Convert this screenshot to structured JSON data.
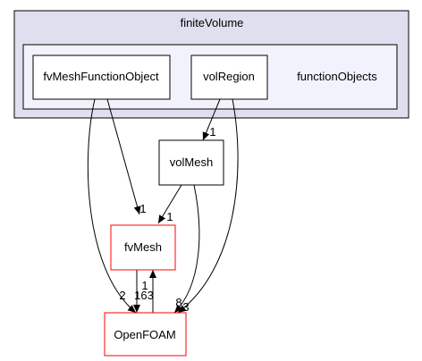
{
  "clusters": {
    "outer": {
      "label": "finiteVolume",
      "fill": "#dfdfef",
      "stroke": "#000000"
    },
    "inner": {
      "label": "functionObjects",
      "fill": "#f2f2fd",
      "stroke": "#000000"
    }
  },
  "nodes": {
    "fvMeshFunctionObject": {
      "label": "fvMeshFunctionObject",
      "fill": "#ffffff",
      "stroke": "#000000"
    },
    "volRegion": {
      "label": "volRegion",
      "fill": "#ffffff",
      "stroke": "#000000"
    },
    "volMesh": {
      "label": "volMesh",
      "fill": "#ffffff",
      "stroke": "#000000"
    },
    "fvMesh": {
      "label": "fvMesh",
      "fill": "#ffffff",
      "stroke": "#ff0000"
    },
    "OpenFOAM": {
      "label": "OpenFOAM",
      "fill": "#ffffff",
      "stroke": "#ff0000"
    }
  },
  "edges": {
    "fvMeshFunctionObject_fvMesh": {
      "label": "1"
    },
    "fvMeshFunctionObject_OpenFOAM": {
      "label": "2"
    },
    "volRegion_volMesh": {
      "label": "1"
    },
    "volRegion_OpenFOAM": {
      "label": "3"
    },
    "volMesh_fvMesh": {
      "label": "1"
    },
    "volMesh_OpenFOAM": {
      "label": "8"
    },
    "fvMesh_OpenFOAM": {
      "label": "163"
    },
    "OpenFOAM_fvMesh": {
      "label": "1"
    }
  }
}
